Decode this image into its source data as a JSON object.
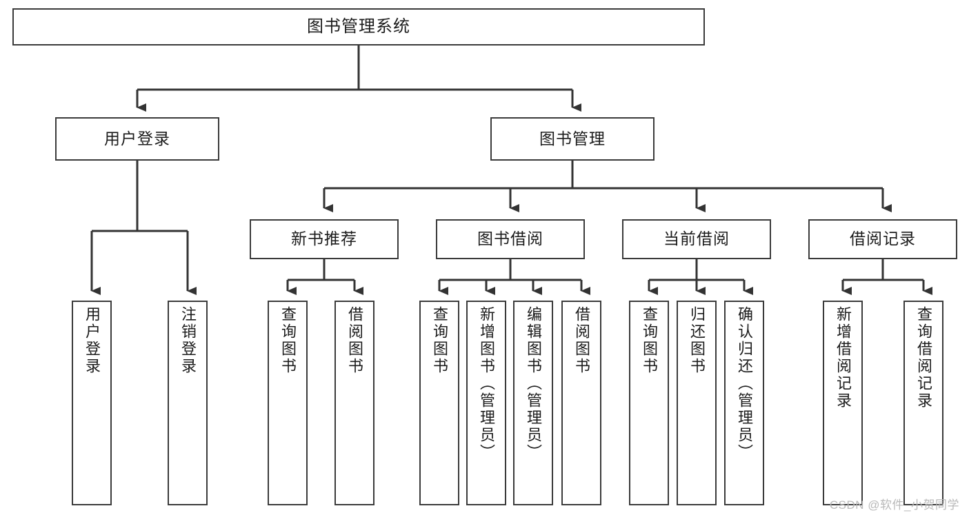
{
  "diagram": {
    "type": "tree-hierarchy",
    "title": "图书管理系统",
    "watermark": "CSDN @软件_小贺同学",
    "colors": {
      "box_border": "#3a3a3a",
      "box_fill": "#ffffff",
      "connector": "#333333",
      "text": "#1b1b1b",
      "watermark": "#b9b9b9",
      "background": "#ffffff"
    },
    "nodes": {
      "root": {
        "label": "图书管理系统"
      },
      "level1": [
        {
          "label": "用户登录"
        },
        {
          "label": "图书管理"
        }
      ],
      "level2": [
        {
          "label": "新书推荐"
        },
        {
          "label": "图书借阅"
        },
        {
          "label": "当前借阅"
        },
        {
          "label": "借阅记录"
        }
      ],
      "leaves": {
        "user_login": [
          {
            "label": "用户登录"
          },
          {
            "label": "注销登录"
          }
        ],
        "new_book_recommend": [
          {
            "label": "查询图书"
          },
          {
            "label": "借阅图书"
          }
        ],
        "book_borrow": [
          {
            "label": "查询图书"
          },
          {
            "label": "新增图书（管理员）"
          },
          {
            "label": "编辑图书（管理员）"
          },
          {
            "label": "借阅图书"
          }
        ],
        "current_borrow": [
          {
            "label": "查询图书"
          },
          {
            "label": "归还图书"
          },
          {
            "label": "确认归还（管理员）"
          }
        ],
        "borrow_record": [
          {
            "label": "新增借阅记录"
          },
          {
            "label": "查询借阅记录"
          }
        ]
      }
    }
  }
}
